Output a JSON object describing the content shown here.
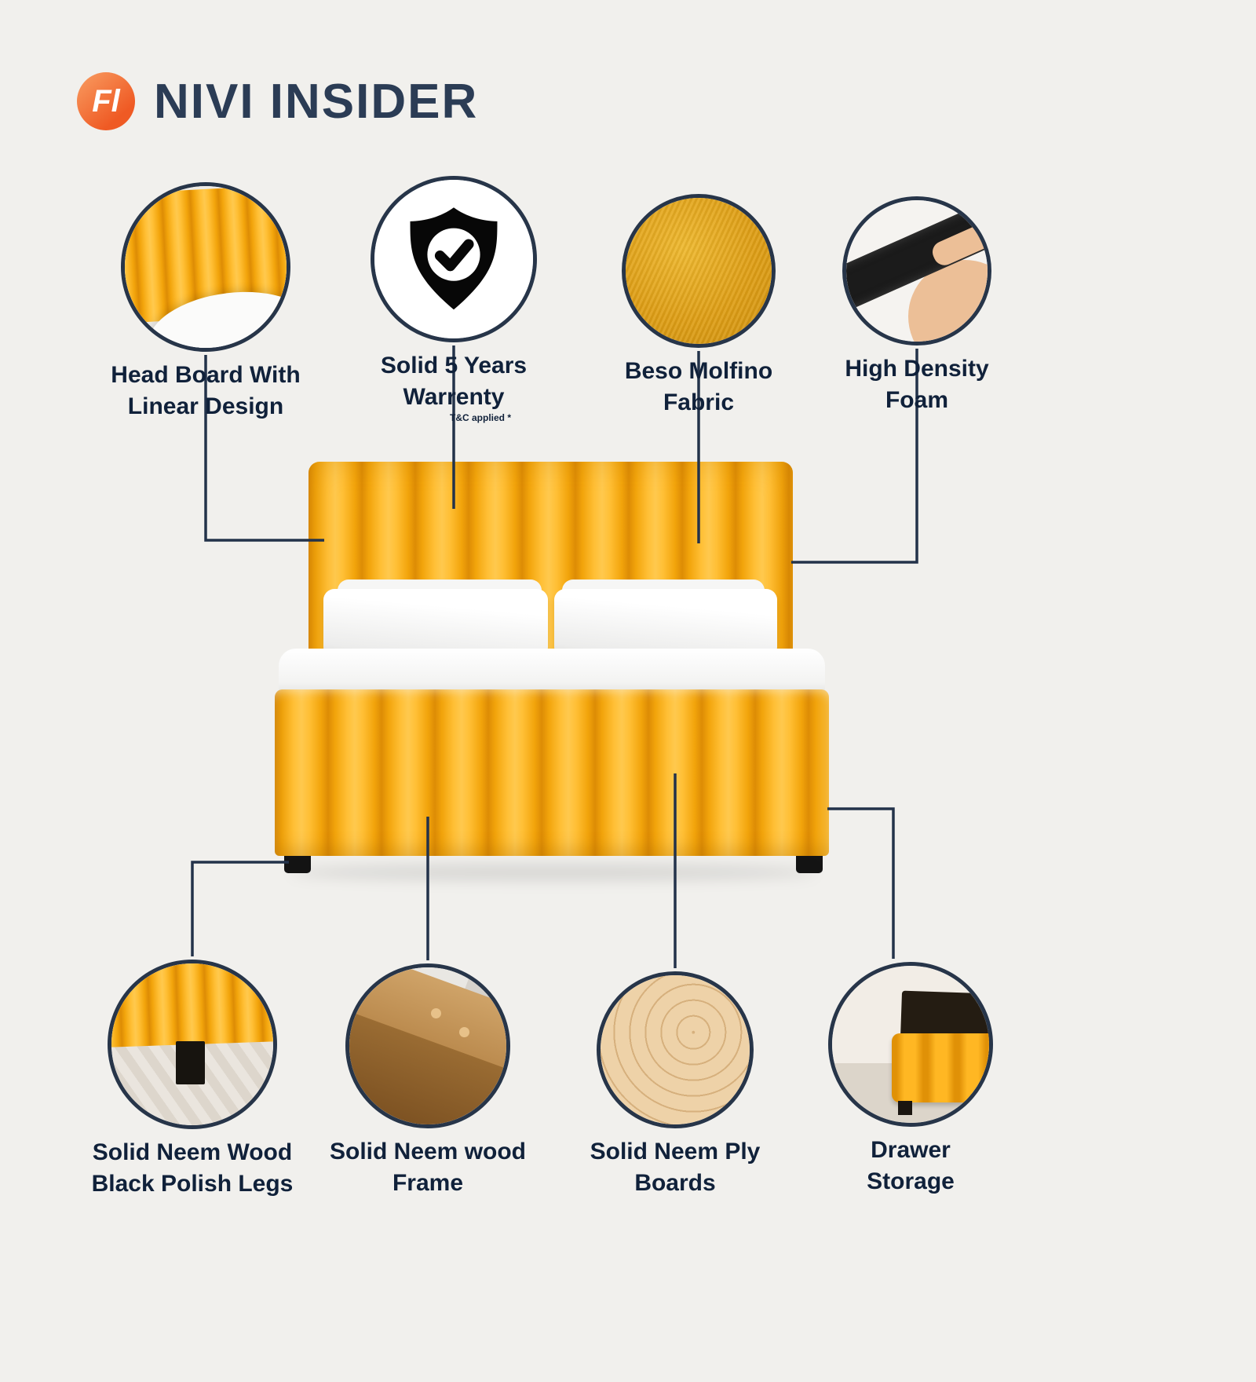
{
  "header": {
    "logo_text": "Fl",
    "title": "NIVI INSIDER"
  },
  "features_top": [
    {
      "icon": "headboard-photo",
      "label": "Head Board With\nLinear Design"
    },
    {
      "icon": "warranty-shield-check",
      "label": "Solid 5 Years\nWarrenty",
      "note": "T&C applied *"
    },
    {
      "icon": "fabric-swatch",
      "label": "Beso Molfino\nFabric"
    },
    {
      "icon": "foam-in-hand",
      "label": "High Density\nFoam"
    }
  ],
  "features_bottom": [
    {
      "icon": "bed-leg-photo",
      "label": "Solid Neem Wood\nBlack Polish Legs"
    },
    {
      "icon": "wood-frame-photo",
      "label": "Solid Neem wood\nFrame"
    },
    {
      "icon": "ply-board-photo",
      "label": "Solid Neem Ply\nBoards"
    },
    {
      "icon": "drawer-storage-photo",
      "label": "Drawer\nStorage"
    }
  ],
  "colors": {
    "background": "#f1f0ed",
    "title_navy": "#2b3c55",
    "circle_border_navy": "#273549",
    "upholstery_yellow": "#f7a90d",
    "logo_orange": "#ef5a24",
    "connector_line": "#23324a",
    "label_color": "#10213a"
  }
}
